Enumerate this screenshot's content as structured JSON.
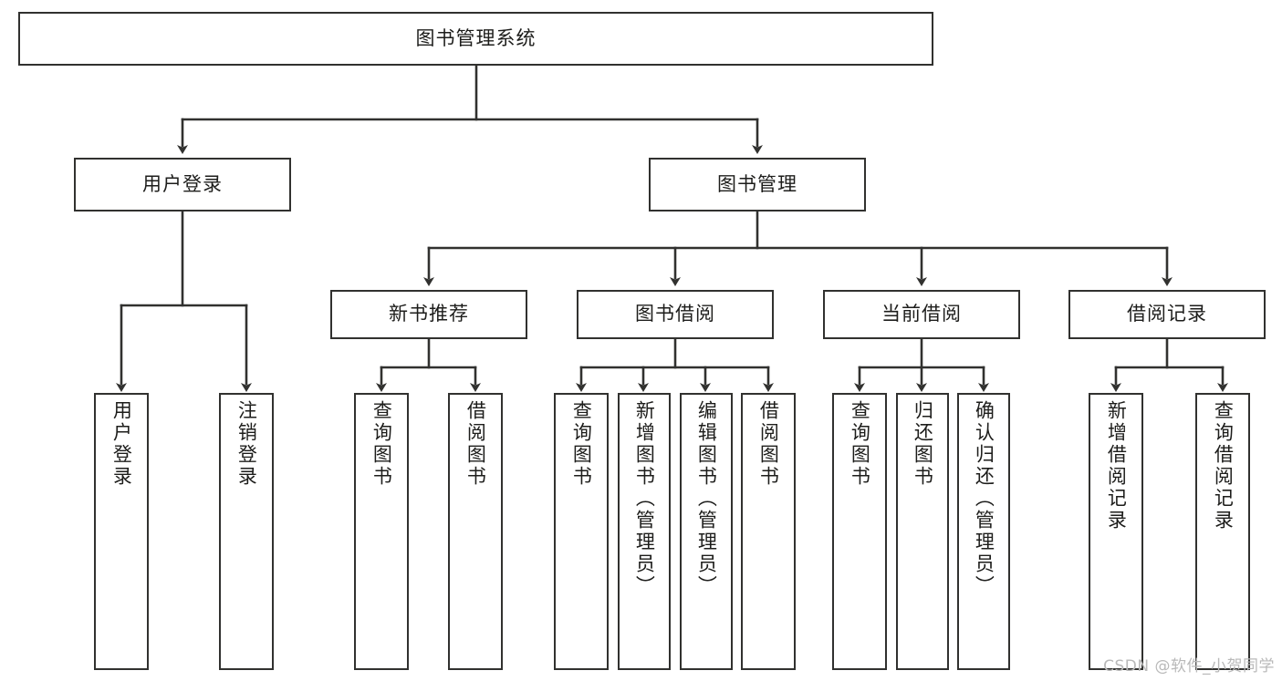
{
  "diagram": {
    "type": "tree",
    "title": "图书管理系统",
    "orientation": "top-down",
    "colors": {
      "box_border": "#31312f",
      "box_fill": "#ffffff",
      "connector": "#31312f",
      "text": "#1d1d1b",
      "background": "#ffffff",
      "watermark": "#b9b9b9"
    },
    "root": {
      "label": "图书管理系统"
    },
    "level1": [
      {
        "label": "用户登录"
      },
      {
        "label": "图书管理"
      }
    ],
    "level2": [
      {
        "label": "新书推荐"
      },
      {
        "label": "图书借阅"
      },
      {
        "label": "当前借阅"
      },
      {
        "label": "借阅记录"
      }
    ],
    "leaves": {
      "user_login": [
        {
          "label": "用户登录"
        },
        {
          "label": "注销登录"
        }
      ],
      "new_book_recommend": [
        {
          "label": "查询图书"
        },
        {
          "label": "借阅图书"
        }
      ],
      "book_borrow": [
        {
          "label": "查询图书"
        },
        {
          "label": "新增图书（管理员）"
        },
        {
          "label": "编辑图书（管理员）"
        },
        {
          "label": "借阅图书"
        }
      ],
      "current_borrow": [
        {
          "label": "查询图书"
        },
        {
          "label": "归还图书"
        },
        {
          "label": "确认归还（管理员）"
        }
      ],
      "borrow_record": [
        {
          "label": "新增借阅记录"
        },
        {
          "label": "查询借阅记录"
        }
      ]
    }
  },
  "watermark": {
    "text": "CSDN @软件_小贺同学"
  }
}
